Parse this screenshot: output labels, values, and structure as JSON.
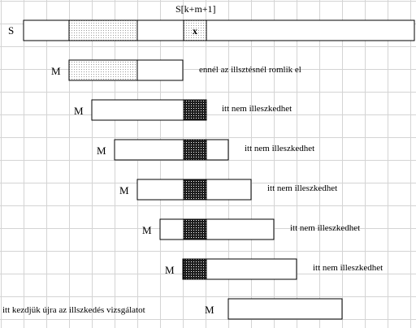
{
  "string_label": "S",
  "position_label": "S[k+m+1]",
  "mismatch_char": "x",
  "pattern_label": "M",
  "rows": [
    {
      "note": "ennél az illsztésnél romlik el",
      "marked": false
    },
    {
      "note": "itt nem illeszkedhet",
      "marked": true
    },
    {
      "note": "itt nem illeszkedhet",
      "marked": true
    },
    {
      "note": "itt nem illeszkedhet",
      "marked": true
    },
    {
      "note": "itt nem illeszkedhet",
      "marked": true
    },
    {
      "note": "itt nem illeszkedhet",
      "marked": true
    },
    {
      "note": "itt kezdjük újra az illszkedés vizsgálatot",
      "marked": false
    }
  ],
  "colors": {
    "stroke": "#000000",
    "light_dots": "#9a9a9a",
    "dark_fill": "#1e1e1e",
    "grid": "#d4d4d4"
  }
}
